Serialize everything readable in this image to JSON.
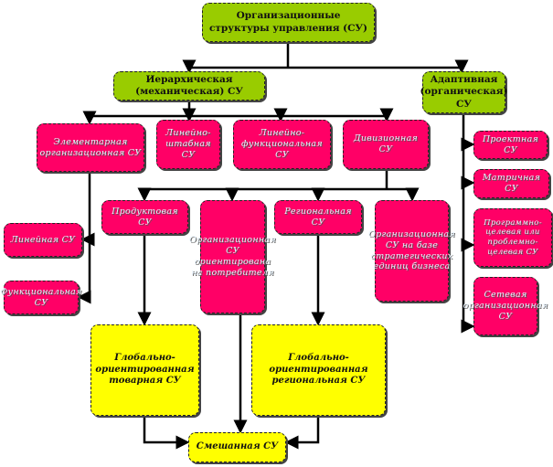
{
  "root": "Организационные структуры управления (СУ)",
  "hierarchical": "Иерархическая (механическая) СУ",
  "adaptive": "Адаптивная (органическая) СУ",
  "elementary": "Элементарная организационная СУ",
  "line_staff": "Линейно-штабная СУ",
  "line_functional": "Линейно-функциональная СУ",
  "divisional": "Дивизионная СУ",
  "linear": "Линейная СУ",
  "functional": "Функциональная СУ",
  "product": "Продуктовая СУ",
  "consumer": "Организационная СУ ориентирована на потребителя",
  "regional": "Региональная СУ",
  "strategic": "Организационная СУ на базе стратегических единиц бизнеса",
  "project": "Проектная СУ",
  "matrix": "Матричная СУ",
  "program": "Программно-целевая или проблемно-целевая СУ",
  "network": "Сетевая организационная СУ",
  "global_product": "Глобально-ориентированная товарная СУ",
  "global_regional": "Глобально-ориентированная региональная СУ",
  "mixed": "Смешанная СУ",
  "colors": {
    "green": "#99cc00",
    "red": "#ff0066",
    "yellow": "#ffff00"
  }
}
